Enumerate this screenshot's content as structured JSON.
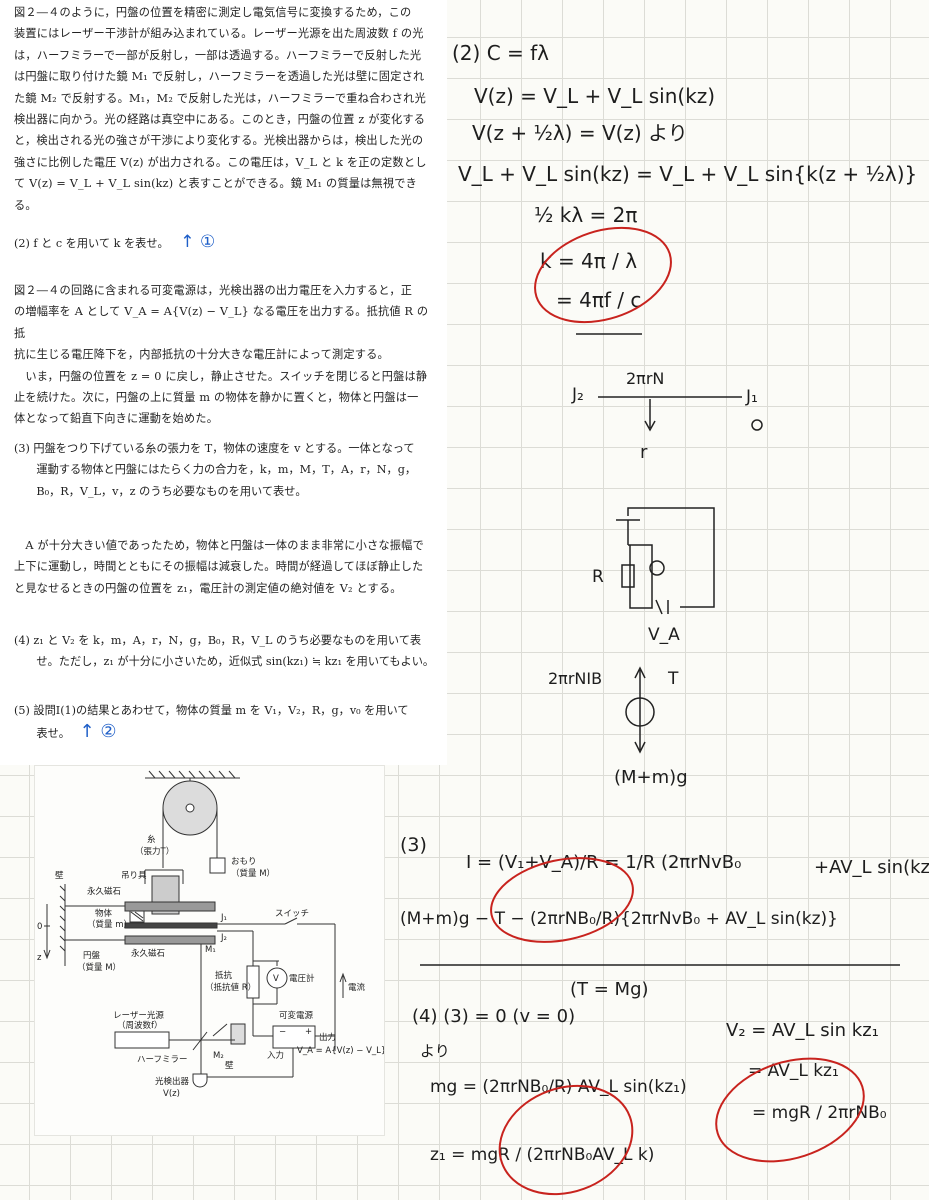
{
  "problem": {
    "intro_lines": [
      "図２―４のように，円盤の位置を精密に測定し電気信号に変換するため，この",
      "装置にはレーザー干渉計が組み込まれている。レーザー光源を出た周波数 f の光",
      "は，ハーフミラーで一部が反射し，一部は透過する。ハーフミラーで反射した光",
      "は円盤に取り付けた鏡 M₁ で反射し，ハーフミラーを透過した光は壁に固定され",
      "た鏡 M₂ で反射する。M₁，M₂ で反射した光は，ハーフミラーで重ね合わされ光",
      "検出器に向かう。光の経路は真空中にある。このとき，円盤の位置 z が変化する",
      "と，検出される光の強さが干渉により変化する。光検出器からは，検出した光の",
      "強さに比例した電圧 V(z) が出力される。この電圧は，V_L と k を正の定数とし",
      "て V(z) = V_L + V_L sin(kz) と表すことができる。鏡 M₁ の質量は無視できる。"
    ],
    "q2": "(2)  f と c を用いて k を表せ。",
    "q2_mark": "↑ ①",
    "mid_lines": [
      "図２―４の回路に含まれる可変電源は，光検出器の出力電圧を入力すると，正",
      "の増幅率を A として V_A = A{V(z) − V_L} なる電圧を出力する。抵抗値 R の抵",
      "抗に生じる電圧降下を，内部抵抗の十分大きな電圧計によって測定する。",
      "　いま，円盤の位置を z = 0 に戻し，静止させた。スイッチを閉じると円盤は静",
      "止を続けた。次に，円盤の上に質量 m の物体を静かに置くと，物体と円盤は一",
      "体となって鉛直下向きに運動を始めた。"
    ],
    "q3_lines": [
      "(3)  円盤をつり下げている糸の張力を T，物体の速度を v とする。一体となって",
      "　　運動する物体と円盤にはたらく力の合力を，k，m，M，T，A，r，N，g，",
      "　　B₀，R，V_L，v，z のうち必要なものを用いて表せ。"
    ],
    "a_lines": [
      "　A が十分大きい値であったため，物体と円盤は一体のまま非常に小さな振幅で",
      "上下に運動し，時間とともにその振幅は減衰した。時間が経過してほぼ静止した",
      "と見なせるときの円盤の位置を z₁，電圧計の測定値の絶対値を V₂ とする。"
    ],
    "q4_lines": [
      "(4)  z₁ と V₂ を k，m，A，r，N，g，B₀，R，V_L のうち必要なものを用いて表",
      "　　せ。ただし，z₁ が十分に小さいため，近似式 sin(kz₁) ≒ kz₁ を用いてもよい。"
    ],
    "q5_lines": [
      "(5)  設問Ⅰ(1)の結果とあわせて，物体の質量 m を V₁，V₂，R，g，v₀ を用いて",
      "　　表せ。"
    ],
    "q5_mark": "↑ ②"
  },
  "figure": {
    "caption": "図２―４",
    "labels": {
      "string": "糸",
      "tension": "（張力T）",
      "weight": "おもり",
      "weight_mass": "（質量 M）",
      "hanger": "吊り具",
      "magnet_top": "永久磁石",
      "magnet_bottom": "永久磁石",
      "wall_top": "壁",
      "wall_bottom": "壁",
      "object": "物体",
      "object_mass": "（質量 m）",
      "disk": "円盤",
      "disk_mass": "（質量 M）",
      "j1": "J₁",
      "j2": "J₂",
      "m1": "M₁",
      "m2": "M₂",
      "switch": "スイッチ",
      "resistor": "抵抗",
      "resistor_value": "（抵抗値 R）",
      "voltmeter_symbol": "V",
      "voltmeter": "電圧計",
      "current": "電流",
      "laser": "レーザー光源",
      "laser_freq": "（周波数f）",
      "half_mirror": "ハーフミラー",
      "variable_source": "可変電源",
      "output": "出力",
      "output_eq": "V_A = A{V(z) − V_L}",
      "input": "入力",
      "detector": "光検出器",
      "detector_v": "V(z)",
      "zero": "0",
      "z": "z",
      "minus": "−",
      "plus": "+"
    }
  },
  "notes": {
    "n1": "(2)  C = fλ",
    "n2": "V(z) = V_L + V_L sin(kz)",
    "n3": "V(z + ½λ) = V(z) より",
    "n4": "V_L + V_L sin(kz) = V_L + V_L sin{k(z + ½λ)}",
    "n5": "½ kλ = 2π",
    "n6": "k = 4π / λ",
    "n7": "= 4πf / c",
    "j2": "J₂",
    "i2pirn": "2πrN",
    "j1": "J₁",
    "r": "r",
    "R": "R",
    "va": "V_A",
    "force": "2πrNIB",
    "t": "T",
    "mg": "(M+m)g",
    "n3a": "(3)",
    "n3b": "I = (V₁+V_A)/R = 1/R (2πrNvB₀",
    "n3c": "+AV_L sin(kz))",
    "n3d": "(M+m)g − T − (2πrNB₀/R){2πrNvB₀ + AV_L sin(kz)}",
    "n3e": "(T = Mg)",
    "n4a": "(4)   (3) = 0      (v = 0)",
    "n4b": "より",
    "n4c": "mg = (2πrNB₀/R) AV_L sin(kz₁)",
    "n4d": "z₁ = mgR / (2πrNB₀AV_L k)",
    "n4e": "V₂ = AV_L sin kz₁",
    "n4f": "= AV_L kz₁",
    "n4g": "= mgR / 2πrNB₀"
  }
}
